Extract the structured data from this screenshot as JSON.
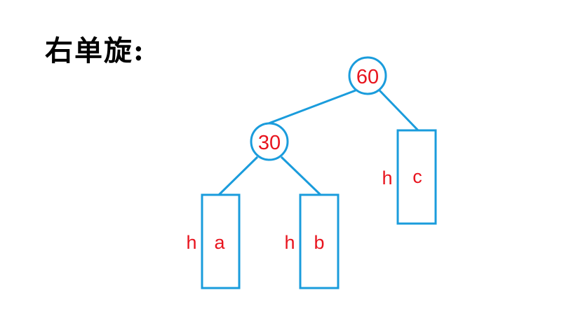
{
  "title": "右单旋:",
  "colors": {
    "stroke": "#1a9cdc",
    "label": "#e8141e",
    "background": "#ffffff"
  },
  "nodes": [
    {
      "id": "60",
      "label": "60"
    },
    {
      "id": "30",
      "label": "30"
    }
  ],
  "subtrees": [
    {
      "id": "a",
      "label": "a",
      "height_label": "h"
    },
    {
      "id": "b",
      "label": "b",
      "height_label": "h"
    },
    {
      "id": "c",
      "label": "c",
      "height_label": "h"
    }
  ],
  "edges": [
    {
      "from": "60",
      "to": "30"
    },
    {
      "from": "60",
      "to": "c"
    },
    {
      "from": "30",
      "to": "a"
    },
    {
      "from": "30",
      "to": "b"
    }
  ]
}
